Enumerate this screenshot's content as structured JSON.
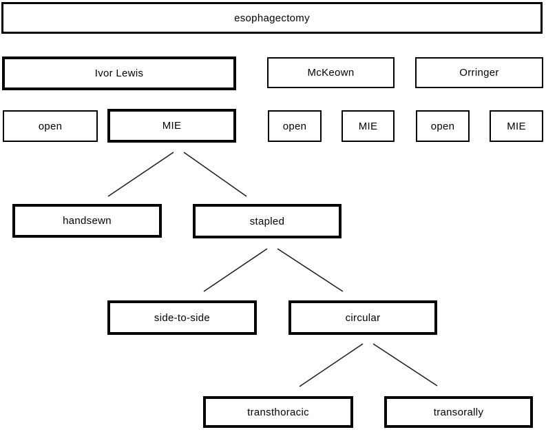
{
  "figure": {
    "type": "tree-diagram",
    "title": "esophagectomy",
    "colors": {
      "box_border": "#000000",
      "box_background": "#ffffff",
      "text": "#000000",
      "connector": "#1a1a1a"
    },
    "nodes": {
      "esophagectomy": "esophagectomy",
      "ivor_lewis": "Ivor Lewis",
      "mckeown": "McKeown",
      "orringer": "Orringer",
      "ivor_lewis_open": "open",
      "ivor_lewis_mie": "MIE",
      "mckeown_open": "open",
      "mckeown_mie": "MIE",
      "orringer_open": "open",
      "orringer_mie": "MIE",
      "handsewn": "handsewn",
      "stapled": "stapled",
      "side_to_side": "side-to-side",
      "circular": "circular",
      "transthoracic": "transthoracic",
      "transorally": "transorally"
    },
    "hierarchy": [
      {
        "parent": "esophagectomy",
        "children": [
          "Ivor Lewis",
          "McKeown",
          "Orringer"
        ]
      },
      {
        "parent": "Ivor Lewis",
        "children": [
          "open",
          "MIE"
        ]
      },
      {
        "parent": "McKeown",
        "children": [
          "open",
          "MIE"
        ]
      },
      {
        "parent": "Orringer",
        "children": [
          "open",
          "MIE"
        ]
      },
      {
        "parent": "MIE (Ivor Lewis)",
        "children": [
          "handsewn",
          "stapled"
        ]
      },
      {
        "parent": "stapled",
        "children": [
          "side-to-side",
          "circular"
        ]
      },
      {
        "parent": "circular",
        "children": [
          "transthoracic",
          "transorally"
        ]
      }
    ],
    "emphasized_nodes": [
      "esophagectomy",
      "Ivor Lewis",
      "MIE (Ivor Lewis)",
      "handsewn",
      "stapled",
      "side-to-side",
      "circular",
      "transthoracic",
      "transorally"
    ]
  }
}
